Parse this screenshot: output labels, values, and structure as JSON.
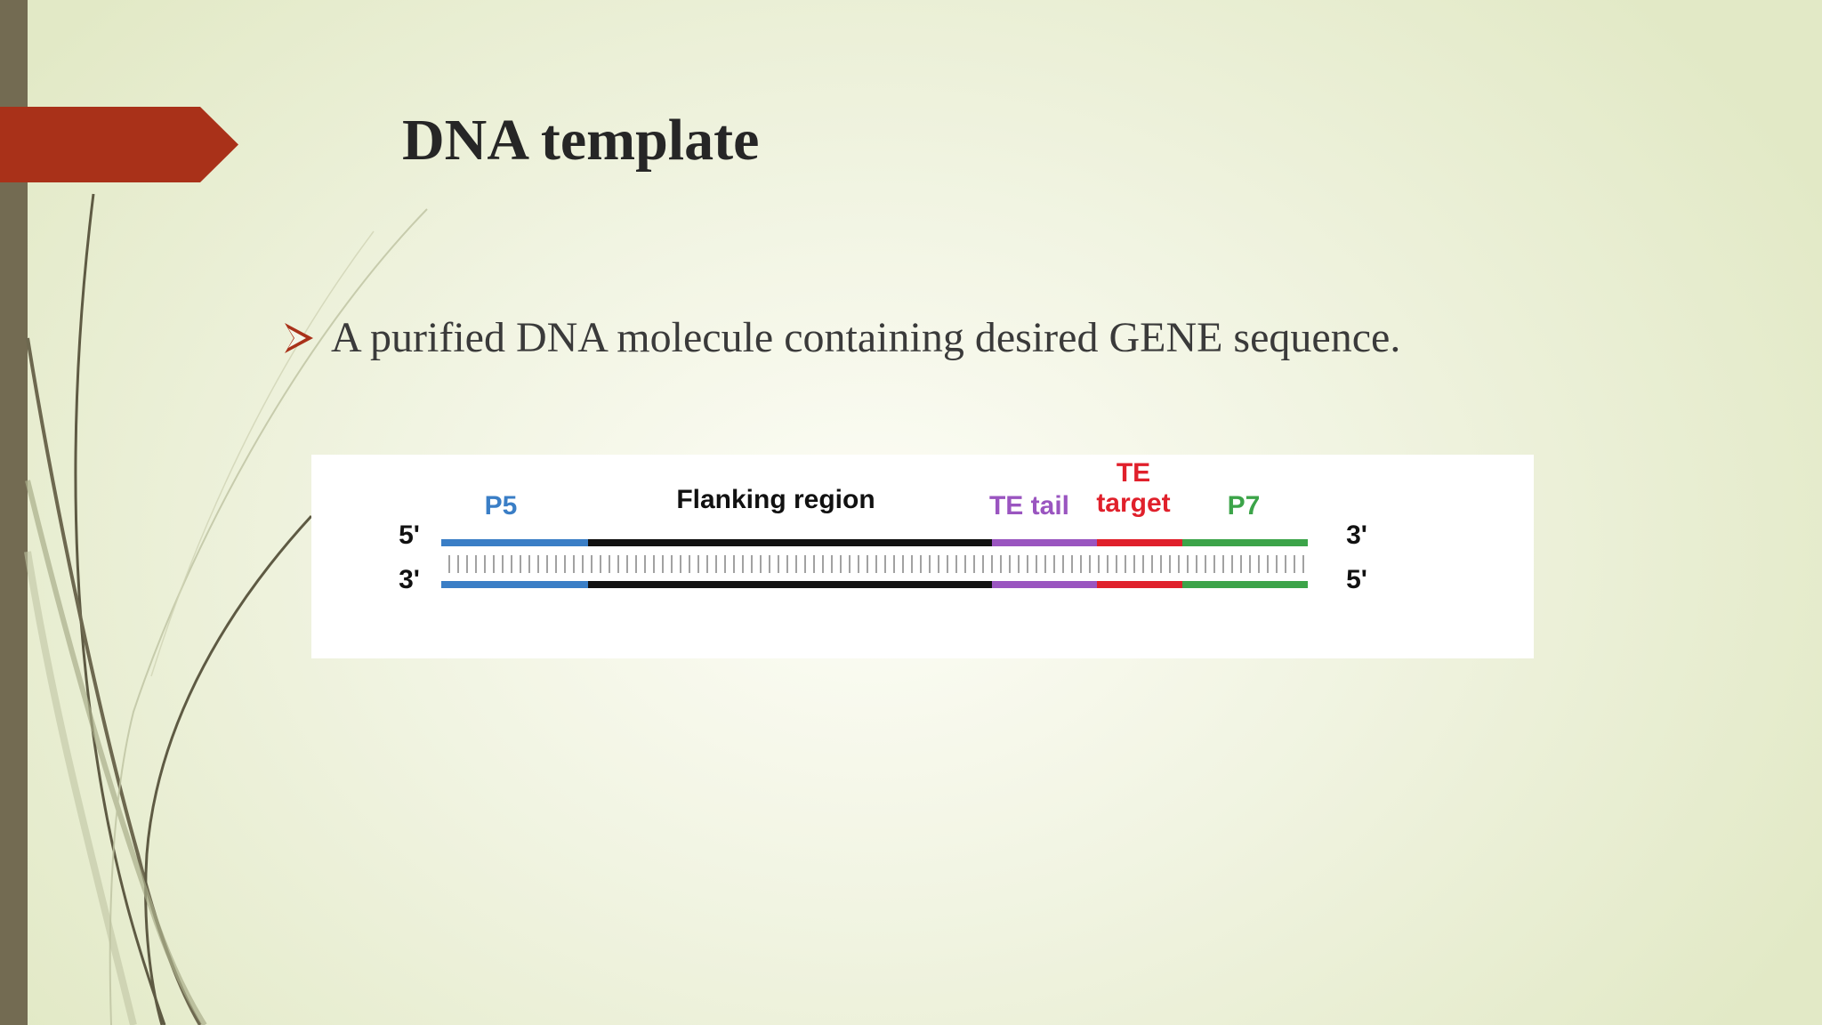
{
  "slide": {
    "title": "DNA template",
    "bullets": [
      {
        "icon": "arrowhead-bullet-icon",
        "text": "A purified DNA molecule containing desired GENE sequence."
      }
    ],
    "accent_color": "#a93119",
    "sidebar_color": "#736b52"
  },
  "diagram": {
    "strand_top": {
      "left_end": "5'",
      "right_end": "3'"
    },
    "strand_bottom": {
      "left_end": "3'",
      "right_end": "5'"
    },
    "segments": [
      {
        "label": "P5",
        "color": "#3a7ec6"
      },
      {
        "label": "Flanking region",
        "color": "#111111"
      },
      {
        "label": "TE tail",
        "color": "#9a55c0"
      },
      {
        "label_line1": "TE",
        "label_line2": "target",
        "color": "#e0202b"
      },
      {
        "label": "P7",
        "color": "#3ca449"
      }
    ]
  }
}
